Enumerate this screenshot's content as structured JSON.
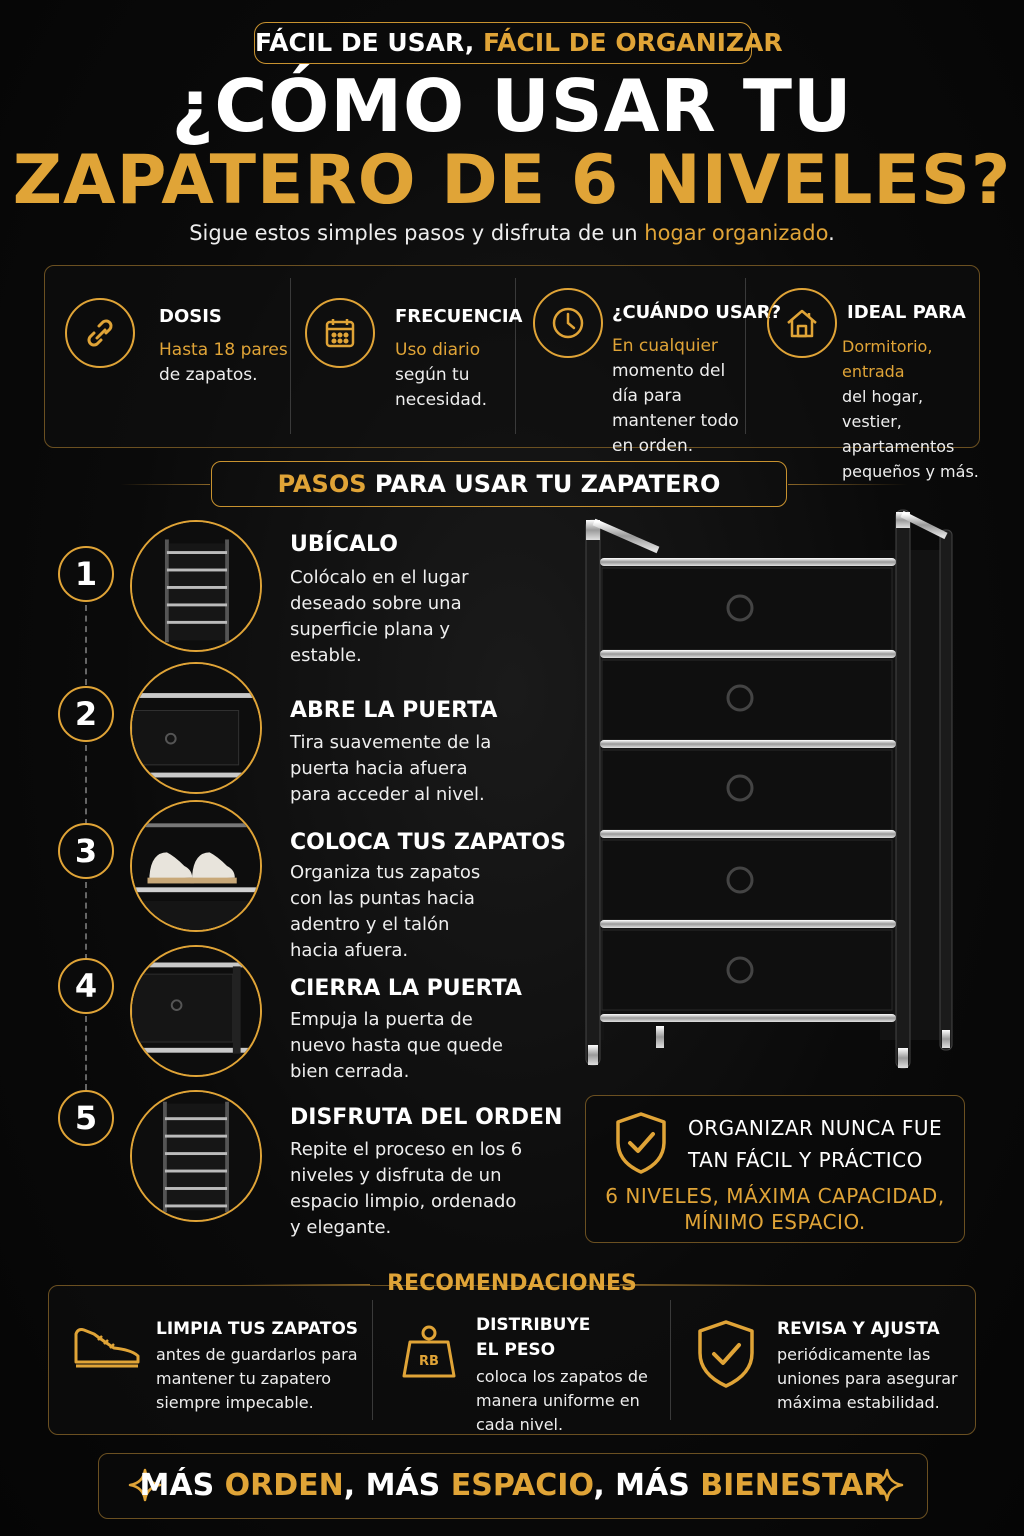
{
  "header": {
    "tagline_white": "FÁCIL DE USAR, ",
    "tagline_gold": "FÁCIL DE ORGANIZAR",
    "title_line1": "¿CÓMO USAR TU",
    "title_line2": "ZAPATERO DE 6 NIVELES?",
    "subtitle_pre": "Sigue estos simples pasos y disfruta de un ",
    "subtitle_gold": "hogar organizado",
    "subtitle_post": "."
  },
  "info": [
    {
      "icon": "link-icon",
      "title": "DOSIS",
      "highlight": "Hasta 18 pares",
      "text": "de zapatos."
    },
    {
      "icon": "calendar-icon",
      "title": "FRECUENCIA",
      "highlight": "Uso diario",
      "text": "según tu necesidad."
    },
    {
      "icon": "clock-icon",
      "title": "¿CUÁNDO USAR?",
      "highlight": "En cualquier",
      "text": "momento del día para mantener todo en orden."
    },
    {
      "icon": "home-icon",
      "title": "IDEAL PARA",
      "highlight": "Dormitorio, entrada",
      "text": "del hogar, vestier, apartamentos pequeños y más."
    }
  ],
  "steps_header": {
    "gold": "PASOS",
    "white": " PARA USAR TU ZAPATERO"
  },
  "steps": [
    {
      "num": "1",
      "title": "UBÍCALO",
      "text": "Colócalo en el lugar deseado sobre una superficie plana y estable."
    },
    {
      "num": "2",
      "title": "ABRE LA PUERTA",
      "text": "Tira suavemente de la puerta hacia afuera para acceder al nivel."
    },
    {
      "num": "3",
      "title": "COLOCA TUS ZAPATOS",
      "text": "Organiza tus zapatos con las puntas hacia adentro y el talón hacia afuera."
    },
    {
      "num": "4",
      "title": "CIERRA LA PUERTA",
      "text": "Empuja la puerta de nuevo hasta que quede bien cerrada."
    },
    {
      "num": "5",
      "title": "DISFRUTA DEL ORDEN",
      "text": "Repite el proceso en los 6 niveles y disfruta de un espacio limpio, ordenado y elegante."
    }
  ],
  "cta": {
    "line1": "ORGANIZAR NUNCA FUE",
    "line2": "TAN FÁCIL Y PRÁCTICO",
    "line3": "6 NIVELES, MÁXIMA CAPACIDAD,",
    "line4": "MÍNIMO ESPACIO."
  },
  "recommendations": {
    "title": "RECOMENDACIONES",
    "items": [
      {
        "icon": "shoe-icon",
        "title": "LIMPIA TUS ZAPATOS",
        "text": "antes de guardarlos para mantener tu zapatero siempre impecable."
      },
      {
        "icon": "weight-icon",
        "title1": "DISTRIBUYE",
        "title2": "EL PESO",
        "text": "coloca los zapatos de manera uniforme en cada nivel."
      },
      {
        "icon": "shield-check-icon",
        "title": "REVISA Y AJUSTA",
        "text": "periódicamente las uniones para asegurar máxima estabilidad."
      }
    ],
    "weight_label": "RB"
  },
  "footer": {
    "p1": "MÁS ",
    "p2": "ORDEN",
    "p3": ", MÁS ",
    "p4": "ESPACIO",
    "p5": ", MÁS ",
    "p6": "BIENESTAR"
  },
  "colors": {
    "gold": "#e0a437",
    "background": "#0a0a0a",
    "text": "#ffffff"
  }
}
